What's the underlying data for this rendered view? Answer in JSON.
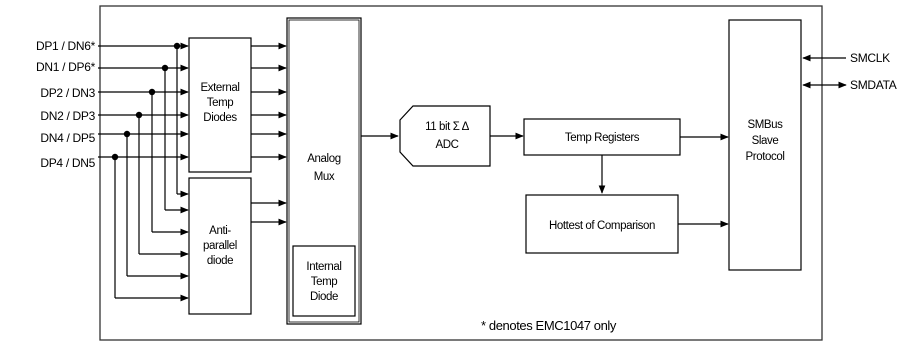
{
  "inputs": {
    "pins": [
      "DP1 / DN6*",
      "DN1 / DP6*",
      "DP2 / DN3",
      "DN2 / DP3",
      "DN4 / DP5",
      "DP4 / DN5"
    ]
  },
  "right_pins": {
    "smclk": "SMCLK",
    "smdata": "SMDATA"
  },
  "blocks": {
    "external_temp_diodes": [
      "External",
      "Temp",
      "Diodes"
    ],
    "anti_parallel_diode": [
      "Anti-",
      "parallel",
      "diode"
    ],
    "analog_mux": [
      "Analog",
      "Mux"
    ],
    "internal_temp_diode": [
      "Internal",
      "Temp",
      "Diode"
    ],
    "adc": [
      "11 bit Σ Δ",
      "ADC"
    ],
    "temp_registers": "Temp Registers",
    "hottest_of_comparison": "Hottest of Comparison",
    "smbus_slave_protocol": [
      "SMBus",
      "Slave",
      "Protocol"
    ]
  },
  "footnote": "* denotes EMC1047 only"
}
